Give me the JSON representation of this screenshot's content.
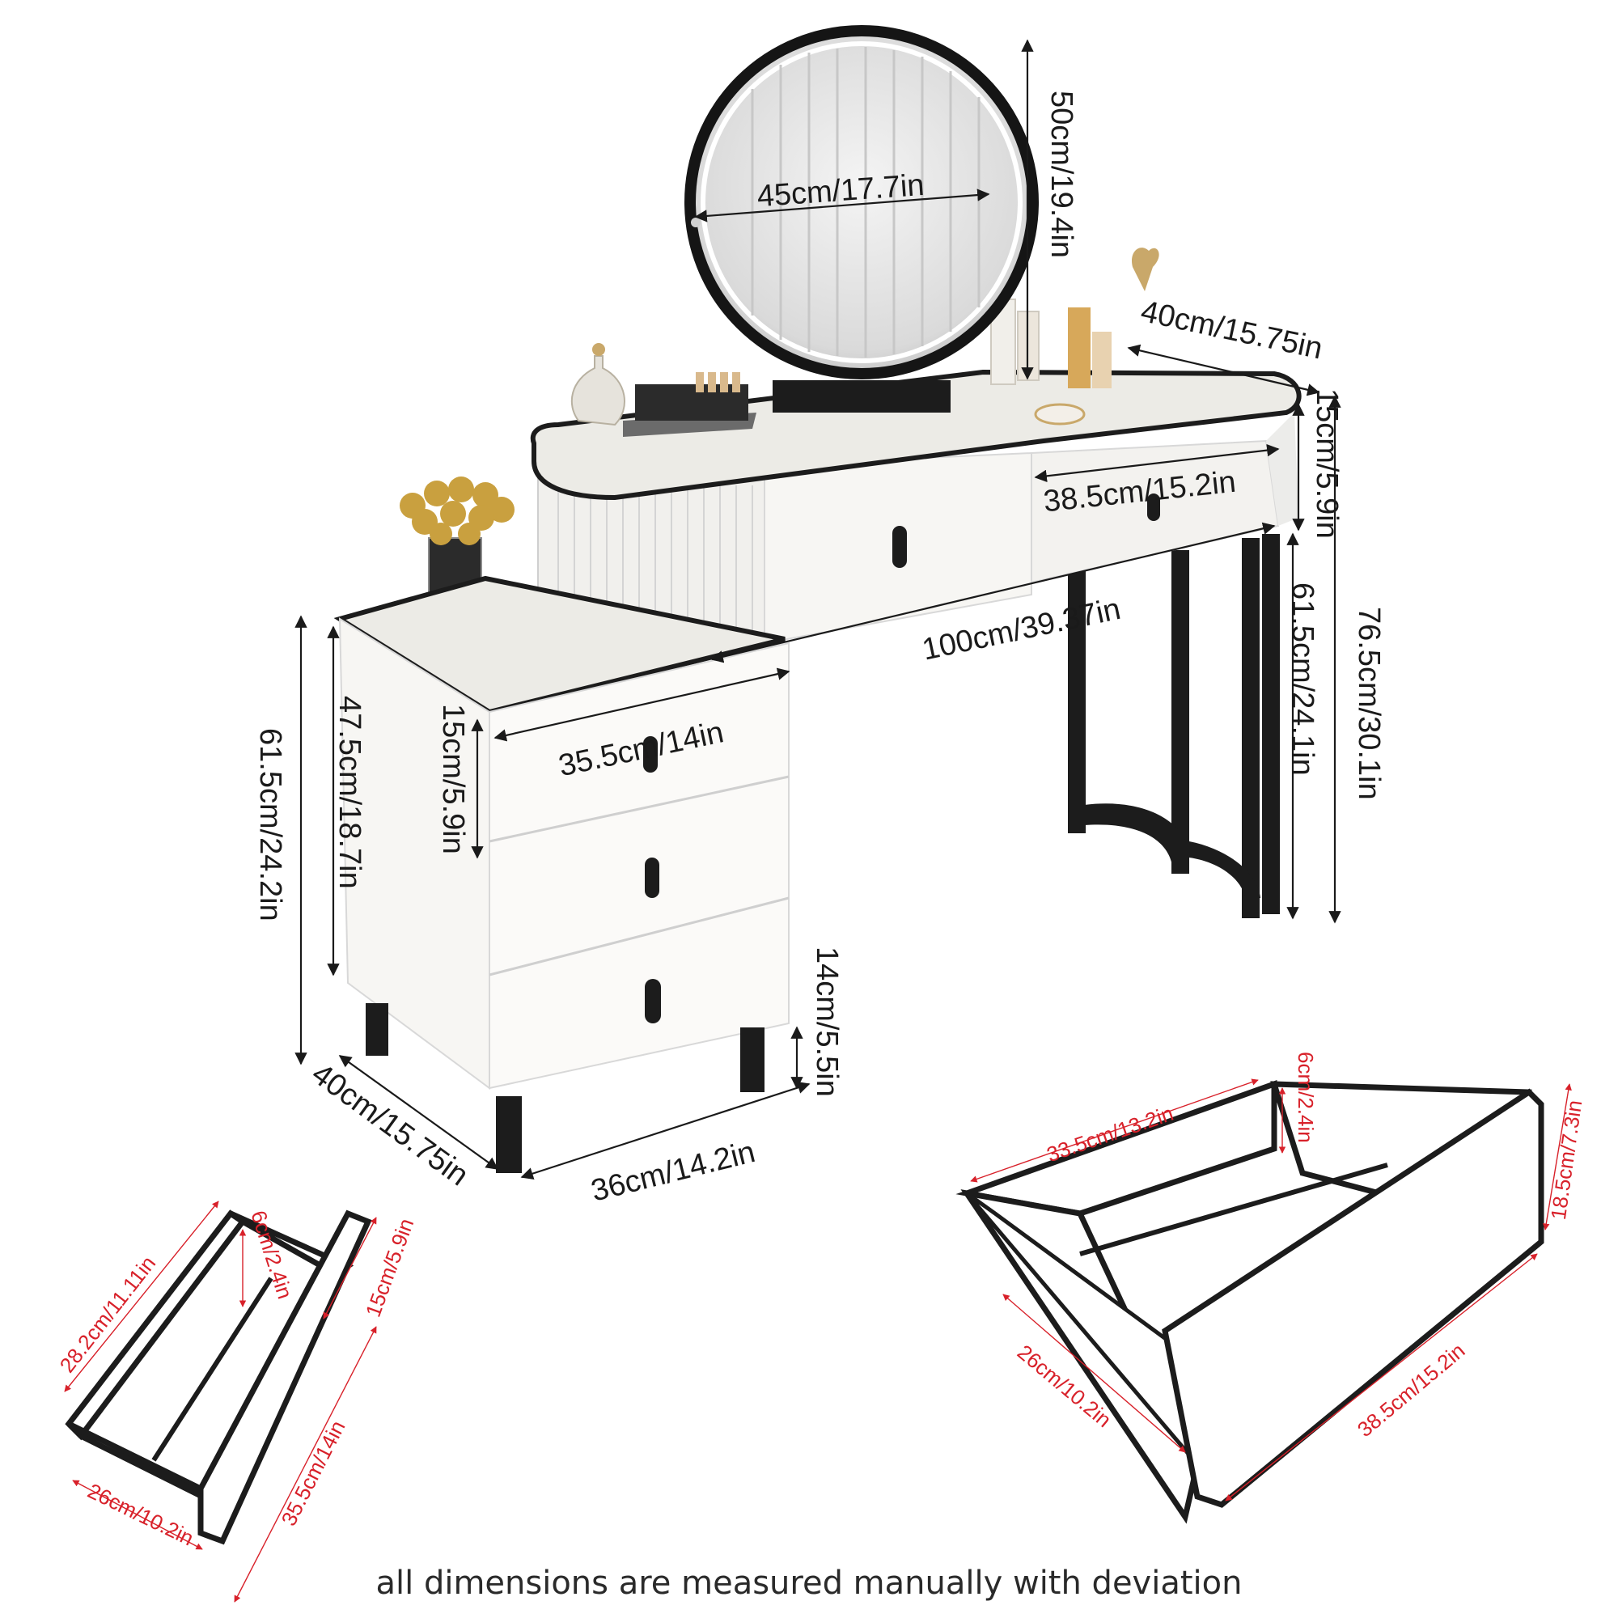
{
  "dimensions": {
    "mirror_diameter": "45cm/17.7in",
    "mirror_height": "50cm/19.4in",
    "table_depth": "40cm/15.75in",
    "top_drawer_height": "15cm/5.9in",
    "top_drawer_width": "38.5cm/15.2in",
    "total_height": "76.5cm/30.1in",
    "leg_height": "61.5cm/24.1in",
    "table_width": "100cm/39.37in",
    "cabinet_top_width": "35.5cm/14in",
    "cabinet_drawer_height": "15cm/5.9in",
    "cabinet_body_height": "47.5cm/18.7in",
    "cabinet_total_height": "61.5cm/24.2in",
    "cabinet_leg_height": "14cm/5.5in",
    "cabinet_depth": "40cm/15.75in",
    "cabinet_width": "36cm/14.2in"
  },
  "small_drawer": {
    "outer_length": "28.2cm/11.11in",
    "inner_height": "6cm/2.4in",
    "front_height": "15cm/5.9in",
    "front_width": "35.5cm/14in",
    "depth": "26cm/10.2in"
  },
  "large_drawer": {
    "length": "33.5cm/13.2in",
    "inner_height": "6cm/2.4in",
    "front_height": "18.5cm/7.3in",
    "depth": "26cm/10.2in",
    "front_width": "38.5cm/15.2in"
  },
  "footer_note": "all dimensions are measured manually with deviation",
  "colors": {
    "dimension_text": "#1a1a1a",
    "drawer_dimension_text": "#d8212a",
    "furniture_white": "#f6f5f2",
    "furniture_black": "#1c1c1c"
  }
}
